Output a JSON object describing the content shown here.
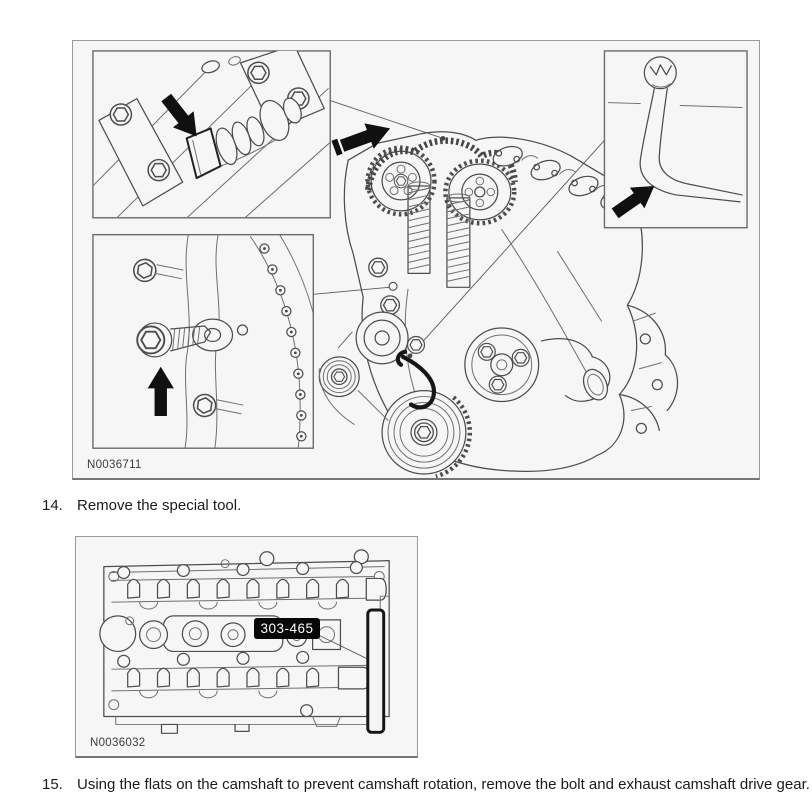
{
  "figure1": {
    "id_label": "N0036711"
  },
  "figure2": {
    "id_label": "N0036032",
    "tool_callout": "303-465"
  },
  "steps": [
    {
      "number": "14.",
      "text": "Remove the special tool."
    },
    {
      "number": "15.",
      "text": "Using the flats on the camshaft to prevent camshaft rotation, remove the bolt and exhaust camshaft drive gear."
    }
  ],
  "colors": {
    "figure_background": "#f6f6f6",
    "line_art": "#4d4d4d",
    "callout_background": "#000000",
    "callout_text": "#ffffff"
  }
}
